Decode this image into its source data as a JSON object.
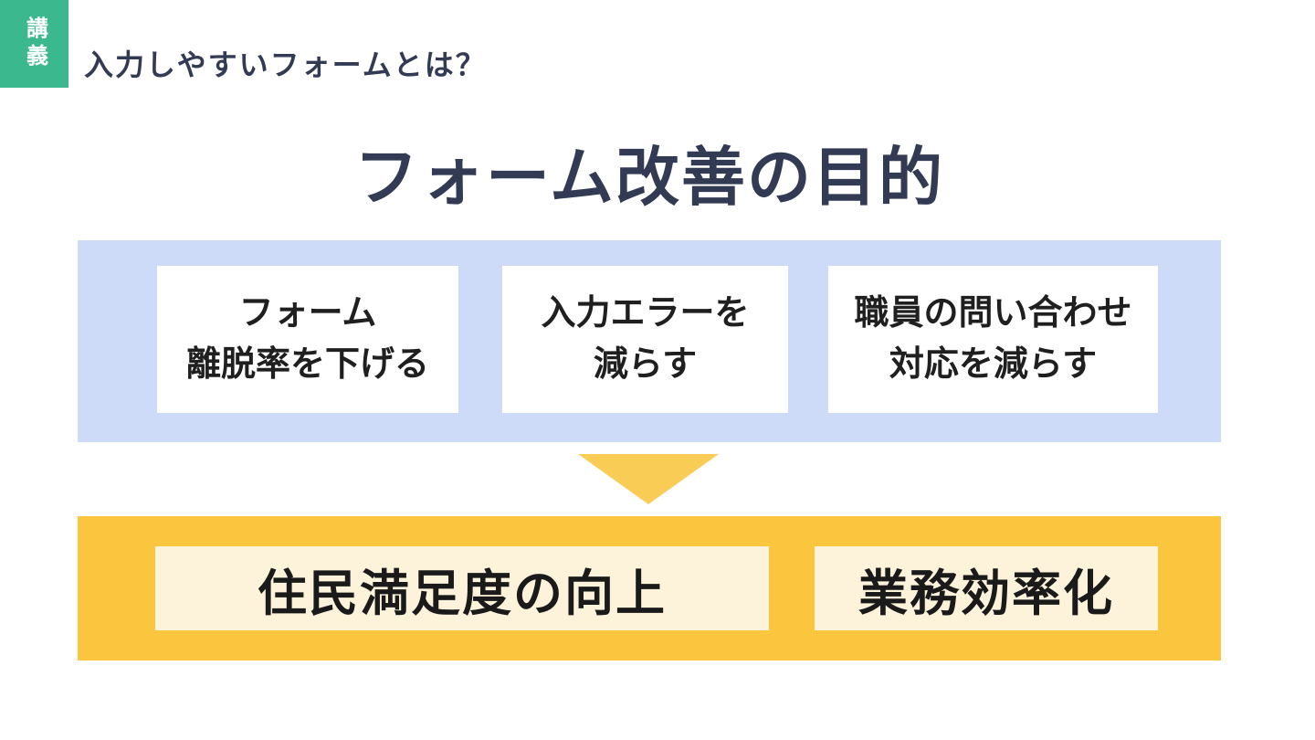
{
  "slide": {
    "badge": {
      "label": "講義",
      "bg_color": "#3BB88D"
    },
    "header": {
      "title": "入力しやすいフォームとは？",
      "text_color": "#333B54"
    },
    "title": {
      "text": "フォーム改善の目的"
    },
    "goals_section": {
      "bg_color": "#CDDAF8",
      "cards": [
        {
          "line1": "フォーム",
          "line2": "離脱率を下げる"
        },
        {
          "line1": "入力エラーを",
          "line2": "減らす"
        },
        {
          "line1": "職員の問い合わせ",
          "line2": "対応を減らす"
        }
      ]
    },
    "arrow": {
      "direction": "down",
      "color": "#F8CC55"
    },
    "outcomes_section": {
      "bg_color": "#FBC63E",
      "cards": [
        {
          "label": "住民満足度の向上"
        },
        {
          "label": "業務効率化"
        }
      ]
    }
  }
}
